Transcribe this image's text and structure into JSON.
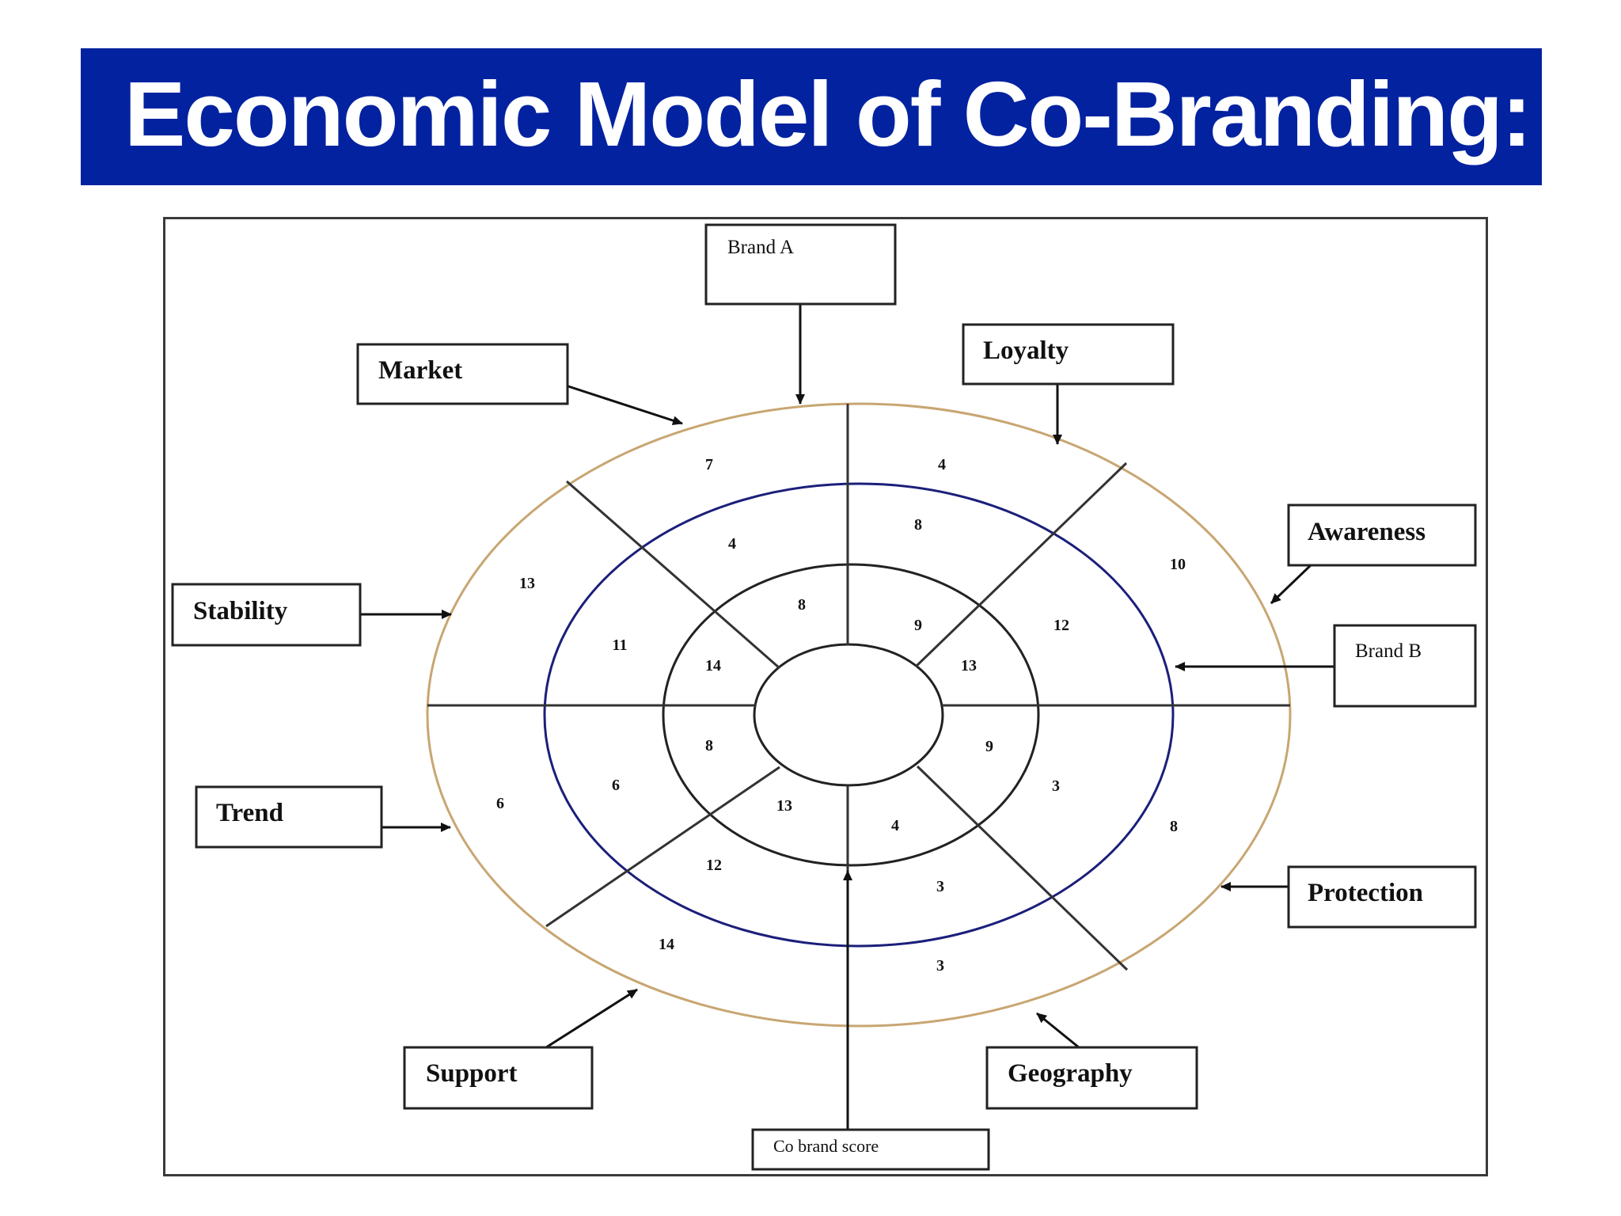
{
  "title": "Economic Model of Co-Branding:",
  "labels": {
    "brand_a": "Brand A",
    "brand_b": "Brand B",
    "co_brand_score": "Co brand score",
    "market": "Market",
    "loyalty": "Loyalty",
    "awareness": "Awareness",
    "stability": "Stability",
    "trend": "Trend",
    "protection": "Protection",
    "support": "Support",
    "geography": "Geography"
  },
  "scores": {
    "outer": [
      "7",
      "4",
      "10",
      "8",
      "3",
      "14",
      "6",
      "13"
    ],
    "middle": [
      "4",
      "8",
      "12",
      "3",
      "3",
      "12",
      "6",
      "11"
    ],
    "inner": [
      "8",
      "9",
      "13",
      "9",
      "4",
      "13",
      "8",
      "14"
    ]
  },
  "colors": {
    "title_bar": "#0322a0",
    "outer_ring": "#c8a672",
    "middle_ring": "#1b1f7a"
  }
}
